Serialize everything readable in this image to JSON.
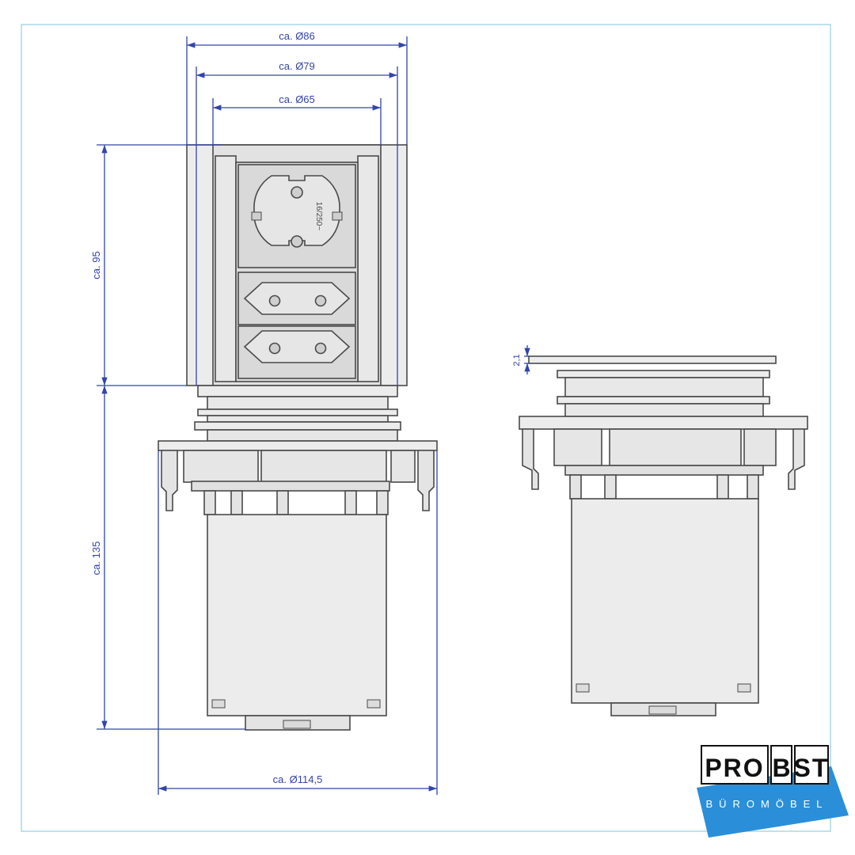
{
  "colors": {
    "dimension": "#3344aa",
    "outline": "#4a4a4a",
    "fill": "#e4e4e4",
    "socket_fill": "#d9d9d9",
    "frame_border": "#a8d8ea",
    "logo_blue": "#2a8fd8"
  },
  "dimensions": {
    "d86": "ca. Ø86",
    "d79": "ca. Ø79",
    "d65": "ca. Ø65",
    "h95": "ca. 95",
    "h135": "ca. 135",
    "d114": "ca. Ø114,5",
    "h21": "2,1"
  },
  "socket_rating": "16/250~",
  "logo": {
    "part1": "PRO",
    "part2": "B",
    "part3": "ST",
    "tagline": "BÜROMÖBEL"
  }
}
